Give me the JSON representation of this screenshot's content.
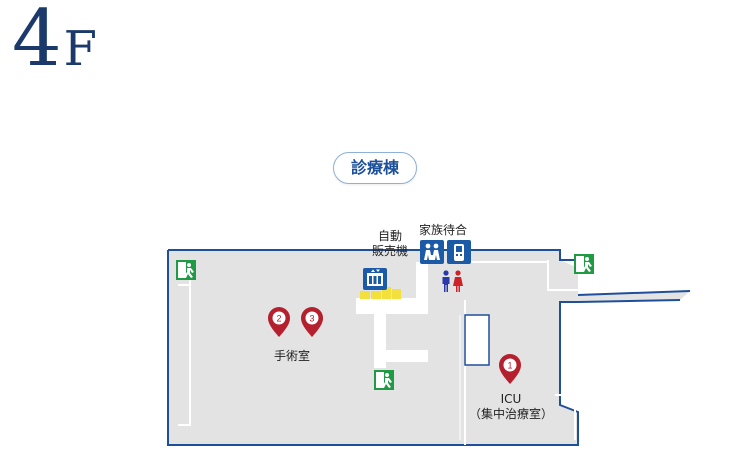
{
  "floor": {
    "number": "4",
    "unit": "F"
  },
  "building": {
    "name": "診療棟"
  },
  "labels": {
    "vending_line1": "自動",
    "vending_line2": "販売機",
    "family_waiting": "家族待合",
    "surgery": "手術室",
    "icu_line1": "ICU",
    "icu_line2": "（集中治療室）"
  },
  "markers": [
    {
      "id": "1",
      "label": "1",
      "room": "ICU"
    },
    {
      "id": "2",
      "label": "2",
      "room": "手術室"
    },
    {
      "id": "3",
      "label": "3",
      "room": "手術室"
    }
  ],
  "icons": [
    "emergency-exit-icon",
    "elevator-icon",
    "family-waiting-icon",
    "phone-icon",
    "restroom-icon"
  ],
  "colors": {
    "floor_fill": "#e3e3e3",
    "wall": "#1f4f9a",
    "marker": "#b5202e",
    "exit_green": "#1f9a45",
    "pictogram_blue": "#1b5aa6",
    "vending_yellow": "#f3e03c",
    "title": "#1b3a6b"
  }
}
